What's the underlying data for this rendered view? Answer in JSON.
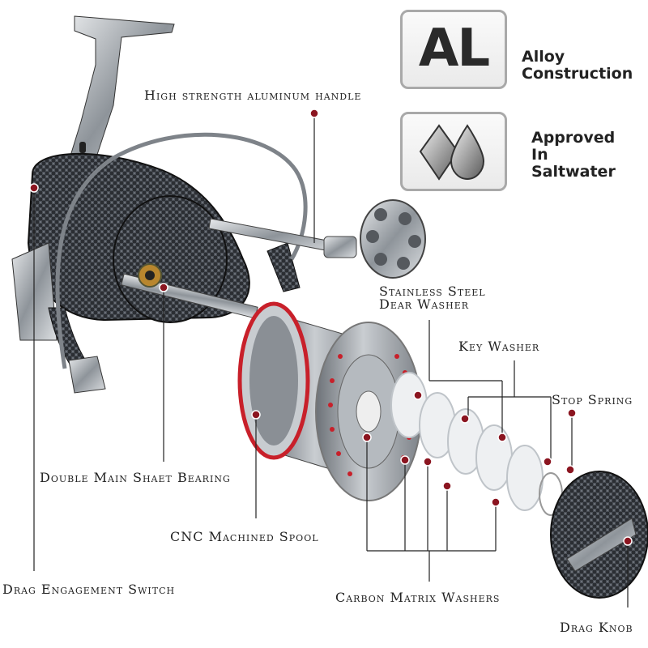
{
  "badges": {
    "alloy": {
      "mark": "AL",
      "line1": "Alloy",
      "line2": "Construction"
    },
    "saltwater": {
      "icon": "water-drops-icon",
      "line1": "Approved",
      "line2": "In",
      "line3": "Saltwater"
    }
  },
  "callouts": {
    "handle": "High strength aluminum handle",
    "washer_top": {
      "line1": "Stainless Steel",
      "line2": "Dear Washer"
    },
    "key_washer": "Key Washer",
    "stop_spring": "Stop Spring",
    "main_shaft": "Double Main Shaet Bearing",
    "spool": "CNC Machined Spool",
    "drag_switch": "Drag Engagement Switch",
    "carbon_washers": "Carbon Matrix Washers",
    "drag_knob": "Drag Knob"
  },
  "colors": {
    "accent": "#8b1520",
    "spool_red": "#c8202a",
    "line": "#222222",
    "carbon": "#2b2e33",
    "metal": "#9aa0a6"
  }
}
